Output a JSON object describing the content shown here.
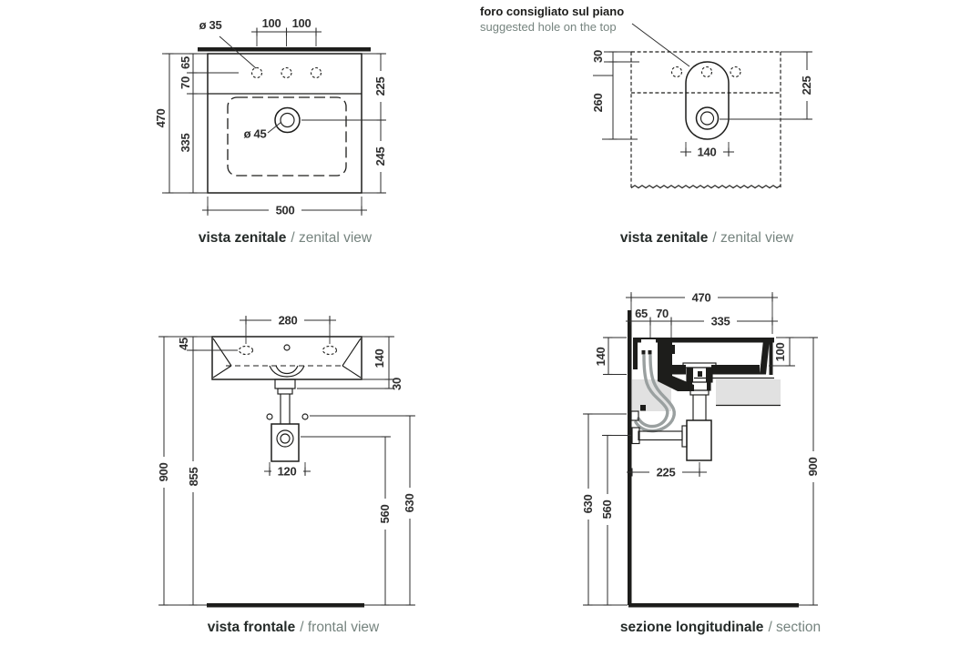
{
  "colors": {
    "ink": "#1d1d1b",
    "dim_text": "#2e2e2e",
    "muted_text": "#76847f",
    "counter_fill": "#e1e1e1",
    "hose": "#9aa0a0",
    "background": "#ffffff"
  },
  "views": {
    "zenital_left": {
      "caption_it": "vista zenitale",
      "caption_en": "/ zenital view",
      "dims": {
        "hole_dia": "ø 35",
        "top_a": "100",
        "top_b": "100",
        "left_65": "65",
        "left_70": "70",
        "left_335": "335",
        "left_470": "470",
        "right_225": "225",
        "right_245": "245",
        "drain_dia": "ø 45",
        "bottom_500": "500"
      }
    },
    "zenital_right": {
      "caption_it": "vista zenitale",
      "caption_en": "/ zenital view",
      "note_it": "foro consigliato sul piano",
      "note_en": "suggested hole on the top",
      "dims": {
        "top_30": "30",
        "left_260": "260",
        "right_225": "225",
        "hole_140": "140"
      }
    },
    "frontal": {
      "caption_it": "vista frontale",
      "caption_en": "/ frontal view",
      "dims": {
        "top_280": "280",
        "left_45": "45",
        "left_855": "855",
        "left_900": "900",
        "right_140": "140",
        "right_30": "30",
        "right_630": "630",
        "right_560": "560",
        "trap_120": "120"
      }
    },
    "section": {
      "caption_it": "sezione longitudinale",
      "caption_en": "/ section",
      "dims": {
        "top_470": "470",
        "top_65": "65",
        "top_70": "70",
        "top_335": "335",
        "left_140": "140",
        "left_630": "630",
        "left_560": "560",
        "wall_225": "225",
        "right_100": "100",
        "right_900": "900"
      }
    }
  }
}
